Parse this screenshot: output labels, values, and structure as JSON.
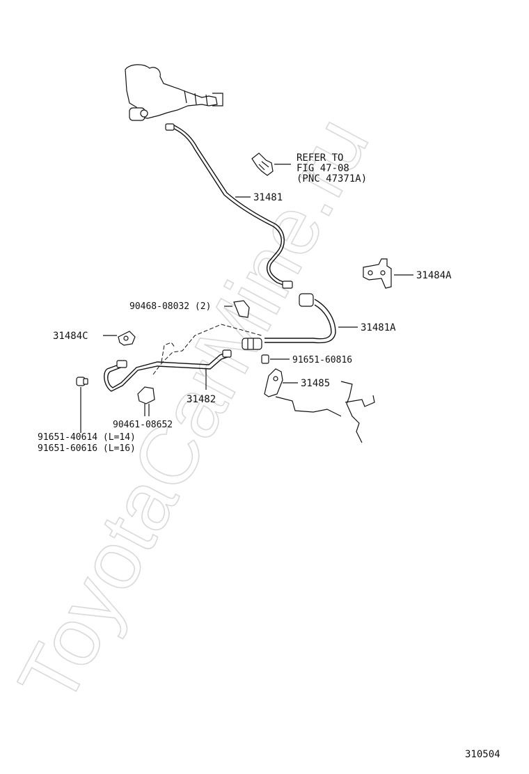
{
  "watermark": "ToyotaCarMine.ru",
  "figure_number": "310504",
  "reference_note": {
    "line1": "REFER TO",
    "line2": "FIG 47-08",
    "line3": "(PNC 47371A)"
  },
  "part_labels": {
    "p31481": "31481",
    "p31484A": "31484A",
    "p31481A": "31481A",
    "p90468": "90468-08032 (2)",
    "p31484C": "31484C",
    "p91651_60816": "91651-60816",
    "p31485": "31485",
    "p31482": "31482",
    "p90461": "90461-08652",
    "p91651_40614": "91651-40614 (L=14)",
    "p91651_60616": "91651-60616 (L=16)"
  },
  "colors": {
    "ink": "#111111",
    "watermark": "#d9d9d9",
    "background": "#ffffff"
  }
}
